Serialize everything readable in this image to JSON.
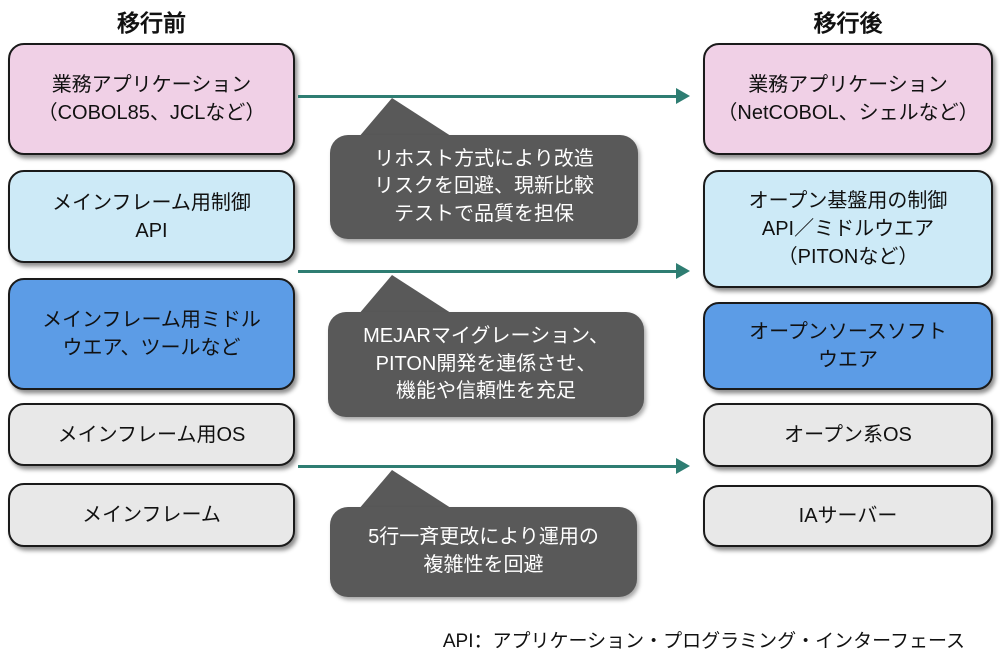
{
  "titles": {
    "before": "移行前",
    "after": "移行後"
  },
  "before_boxes": [
    {
      "label": "業務アプリケーション\n（COBOL85、JCLなど）",
      "color": "#F0D0E6"
    },
    {
      "label": "メインフレーム用制御\nAPI",
      "color": "#CDEAF7"
    },
    {
      "label": "メインフレーム用ミドル\nウエア、ツールなど",
      "color": "#5C9CE6"
    },
    {
      "label": "メインフレーム用OS",
      "color": "#E8E8E8"
    },
    {
      "label": "メインフレーム",
      "color": "#E8E8E8"
    }
  ],
  "after_boxes": [
    {
      "label": "業務アプリケーション\n（NetCOBOL、シェルなど）",
      "color": "#F0D0E6"
    },
    {
      "label": "オープン基盤用の制御\nAPI／ミドルウエア\n（PITONなど）",
      "color": "#CDEAF7"
    },
    {
      "label": "オープンソースソフト\nウエア",
      "color": "#5C9CE6"
    },
    {
      "label": "オープン系OS",
      "color": "#E8E8E8"
    },
    {
      "label": "IAサーバー",
      "color": "#E8E8E8"
    }
  ],
  "callouts": [
    {
      "text": "リホスト方式により改造\nリスクを回避、現新比較\nテストで品質を担保"
    },
    {
      "text": "MEJARマイグレーション、\nPITON開発を連係させ、\n機能や信頼性を充足"
    },
    {
      "text": "5行一斉更改により運用の\n複雑性を回避"
    }
  ],
  "footnote": "API：アプリケーション・プログラミング・インターフェース",
  "colors": {
    "arrow": "#2E7D72",
    "callout_bg": "#595959",
    "callout_text": "#ffffff",
    "box_border": "#1a1a1a"
  }
}
